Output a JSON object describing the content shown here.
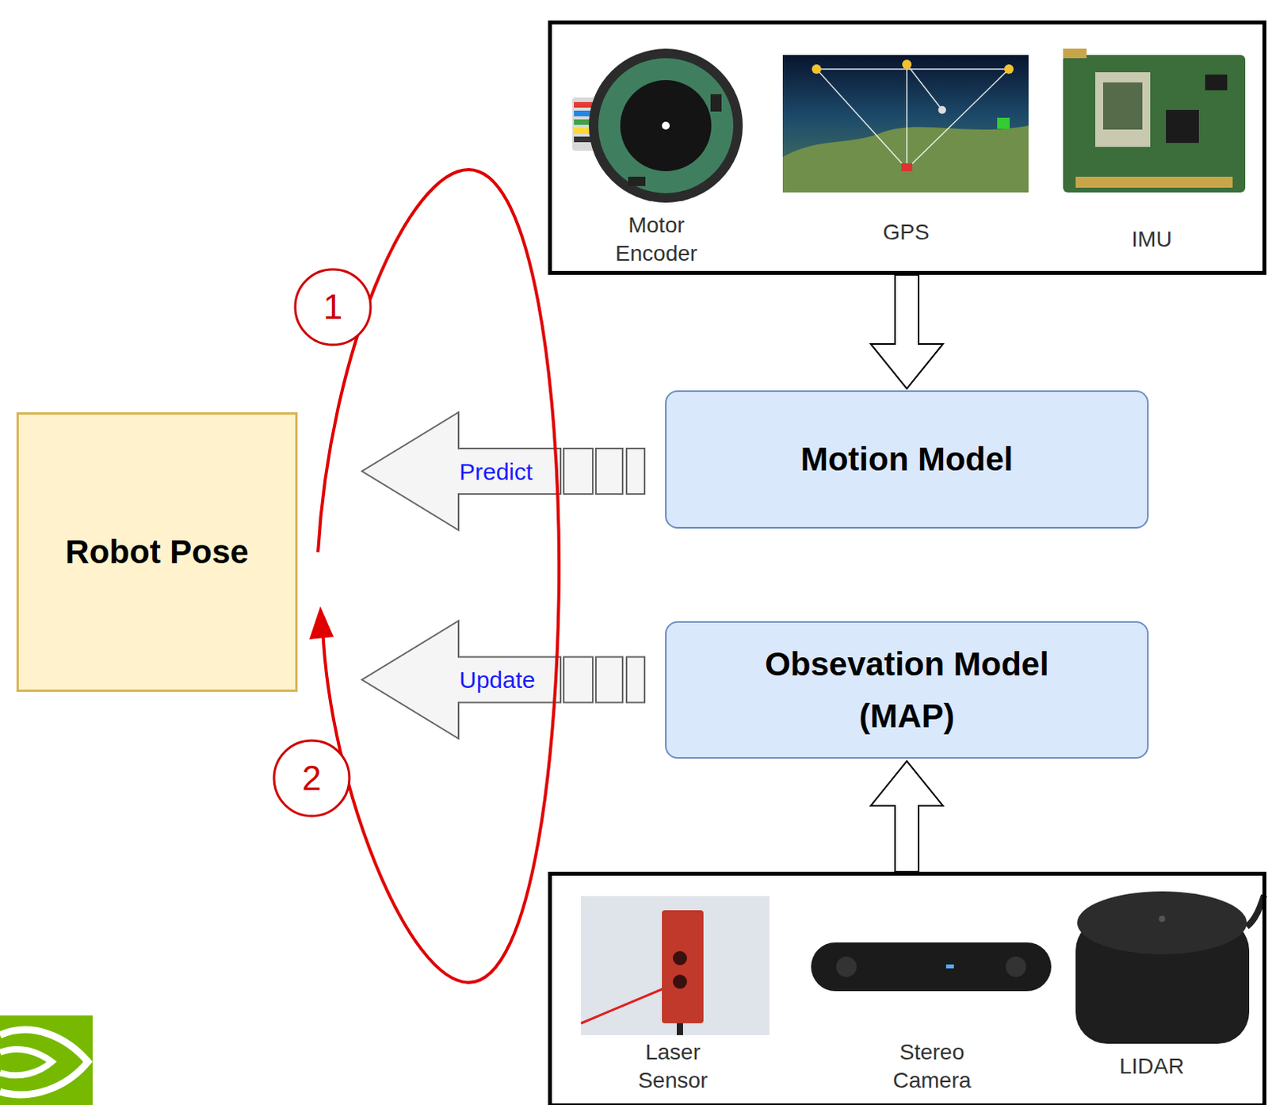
{
  "diagram": {
    "nodes": [
      {
        "text": [
          "Motor Encoder",
          "GPS",
          "IMU"
        ]
      },
      {
        "text": [
          "Motion Model"
        ]
      },
      {
        "text": [
          "Robot Pose"
        ]
      },
      {
        "text": [
          "Obsevation Model (MAP)"
        ]
      },
      {
        "text": [
          "Laser Sensor",
          "Stereo Camera",
          "LIDAR"
        ]
      }
    ],
    "edges": [
      {
        "from": 0,
        "to": 1,
        "arrow": "to"
      },
      {
        "from": 1,
        "to": 2,
        "label": "Predict",
        "arrow": "to"
      },
      {
        "from": 3,
        "to": 2,
        "label": "Update",
        "arrow": "to"
      },
      {
        "from": 4,
        "to": 3,
        "arrow": "to"
      }
    ],
    "labels": [
      "1",
      "2"
    ]
  }
}
